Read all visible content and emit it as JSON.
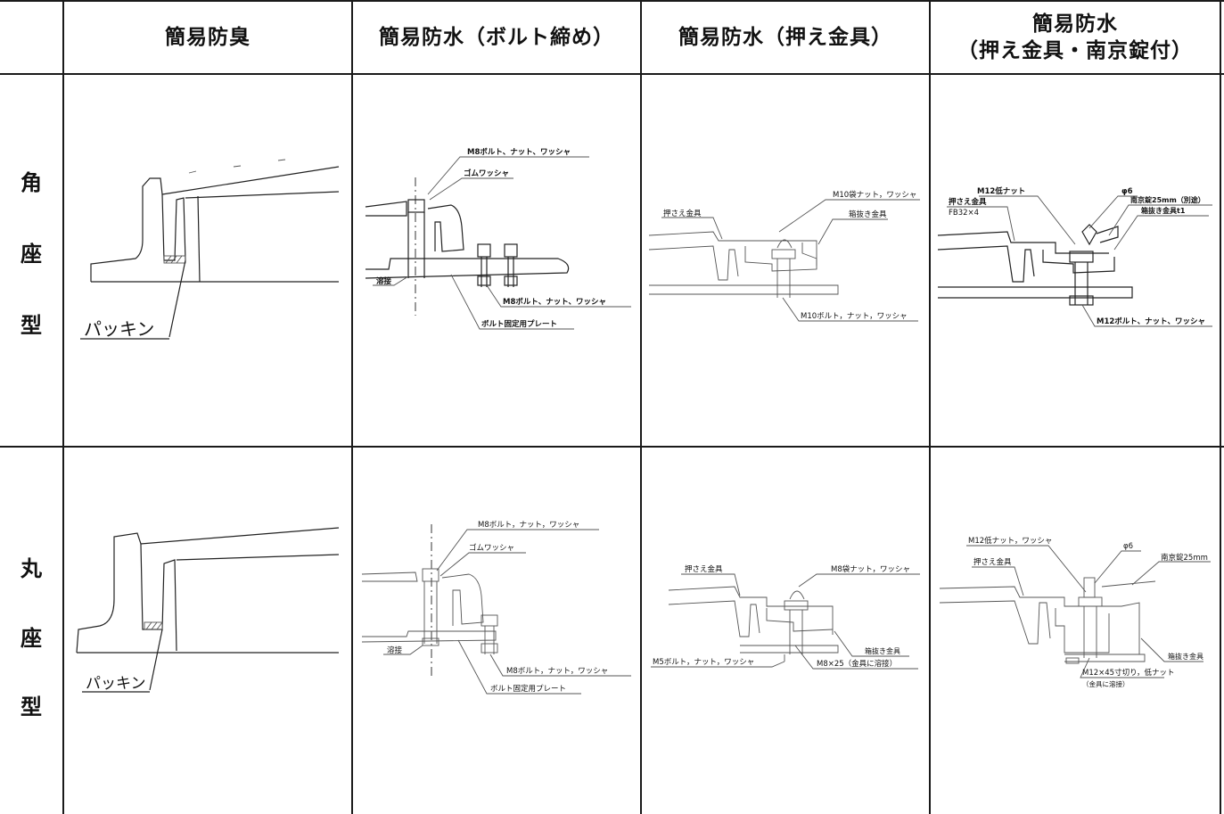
{
  "header": {
    "col1": "簡易防臭",
    "col2": "簡易防水（ボルト締め）",
    "col3": "簡易防水（押え金具）",
    "col4_line1": "簡易防水",
    "col4_line2": "（押え金具・南京錠付）"
  },
  "rows": [
    {
      "label": [
        "角",
        "座",
        "型"
      ],
      "cells": {
        "c1": {
          "callouts": [
            "パッキン"
          ]
        },
        "c2": {
          "callouts": [
            "M8ボルト、ナット、ワッシャ",
            "ゴムワッシャ",
            "溶接",
            "M8ボルト、ナット、ワッシャ",
            "ボルト固定用プレート"
          ]
        },
        "c3": {
          "callouts": [
            "M10袋ナット，ワッシャ",
            "押さえ金具",
            "箱抜き金具",
            "M10ボルト，ナット，ワッシャ"
          ]
        },
        "c4": {
          "callouts": [
            "M12低ナット",
            "φ6",
            "押さえ金具",
            "FB32×4",
            "南京錠25mm（別途）",
            "箱抜き金具t1",
            "M12ボルト、ナット、ワッシャ"
          ]
        }
      }
    },
    {
      "label": [
        "丸",
        "座",
        "型"
      ],
      "cells": {
        "c1": {
          "callouts": [
            "パッキン"
          ]
        },
        "c2": {
          "callouts": [
            "M8ボルト，ナット，ワッシャ",
            "ゴムワッシャ",
            "溶接",
            "M8ボルト，ナット，ワッシャ",
            "ボルト固定用プレート"
          ]
        },
        "c3": {
          "callouts": [
            "押さえ金具",
            "M8袋ナット，ワッシャ",
            "箱抜き金具",
            "M5ボルト，ナット，ワッシャ",
            "M8×25（金具に溶接）"
          ]
        },
        "c4": {
          "callouts": [
            "M12低ナット，ワッシャ",
            "φ6",
            "押さえ金具",
            "南京錠25mm",
            "箱抜き金具",
            "M12×45寸切り，低ナット",
            "（金具に溶接）"
          ]
        }
      }
    }
  ]
}
